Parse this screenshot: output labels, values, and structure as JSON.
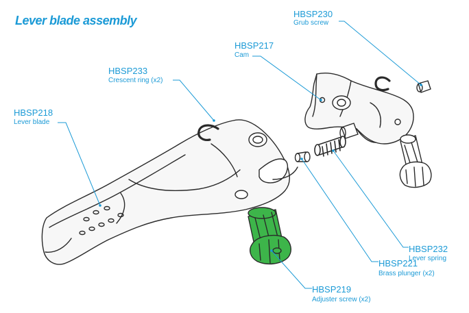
{
  "title": "Lever blade assembly",
  "colors": {
    "accent": "#1b9ad6",
    "outline": "#2a2a2a",
    "highlight": "#3db54a"
  },
  "parts": [
    {
      "code": "HBSP230",
      "desc": "Grub screw"
    },
    {
      "code": "HBSP217",
      "desc": "Cam"
    },
    {
      "code": "HBSP233",
      "desc": "Crescent ring (x2)"
    },
    {
      "code": "HBSP218",
      "desc": "Lever blade"
    },
    {
      "code": "HBSP232",
      "desc": "Lever spring"
    },
    {
      "code": "HBSP221",
      "desc": "Brass plunger (x2)"
    },
    {
      "code": "HBSP219",
      "desc": "Adjuster screw (x2)"
    }
  ]
}
